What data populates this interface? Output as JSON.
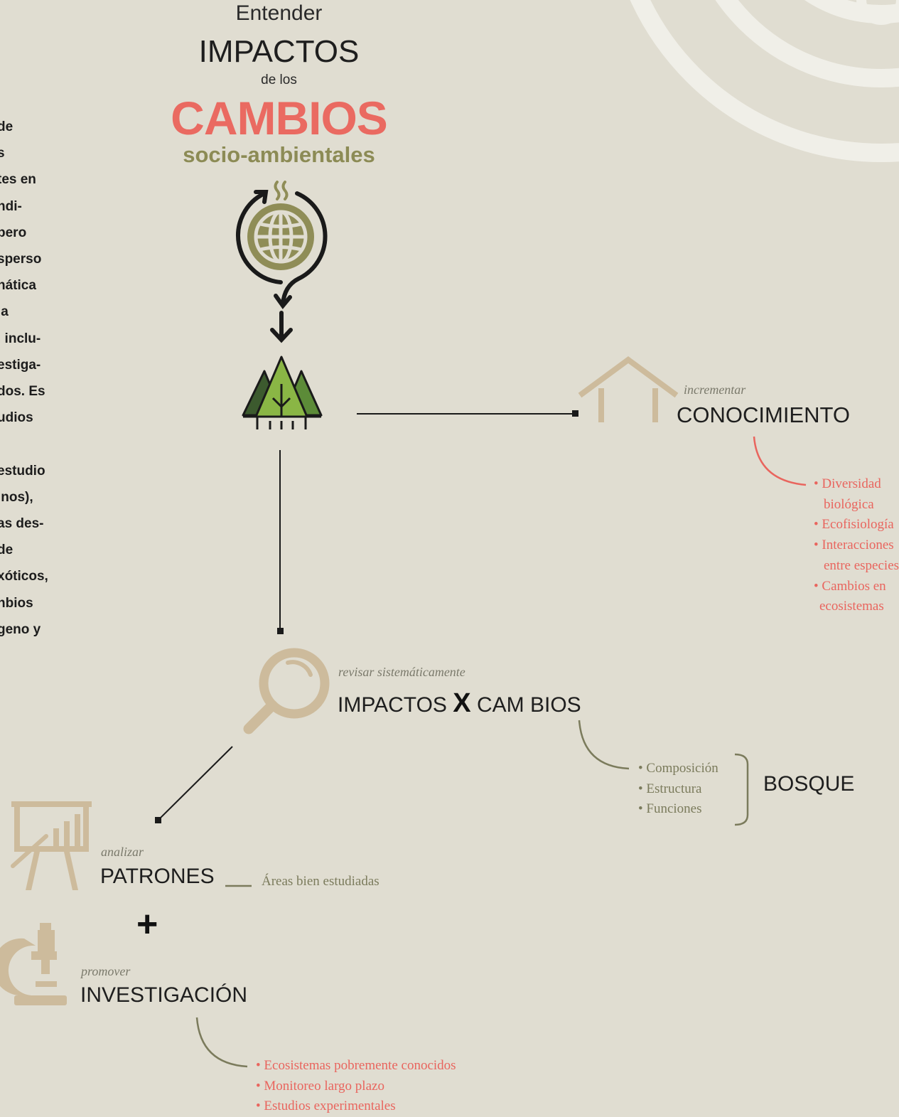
{
  "intro_fragments": [
    "de",
    "s",
    "tes en",
    "ndi-",
    "pero",
    "sperso",
    "nática",
    "la",
    ", inclu-",
    "estiga-",
    "dos. Es",
    "udios",
    "",
    "estudio",
    "inos),",
    "as des-",
    "de",
    "xóticos,",
    "nbios",
    "geno y"
  ],
  "title": {
    "entender": "Entender",
    "impactos": "IMPACTOS",
    "de_los": "de los",
    "cambios": "CAMBIOS",
    "socio": "socio-ambientales"
  },
  "conocimiento": {
    "verb": "incrementar",
    "heading": "CONOCIMIENTO",
    "items": [
      "• Diversidad",
      "biológica",
      "• Ecofisiología",
      "• Interacciones",
      "entre especies",
      "• Cambios en",
      "ecosistemas"
    ]
  },
  "revisar": {
    "verb": "revisar sistemáticamente",
    "heading_left": "IMPACTOS",
    "x_mark": "X",
    "heading_right": "CAM BIOS",
    "items": [
      "• Composición",
      "• Estructura",
      "• Funciones"
    ],
    "bosque": "BOSQUE"
  },
  "patrones": {
    "verb": "analizar",
    "heading": "PATRONES",
    "note": "Áreas bien estudiadas"
  },
  "plus": "+",
  "investigacion": {
    "verb": "promover",
    "heading": "INVESTIGACIÓN",
    "items": [
      "• Ecosistemas pobremente conocidos",
      "• Monitoreo largo plazo",
      "• Estudios experimentales"
    ]
  },
  "colors": {
    "background": "#e0ddd1",
    "accent_red": "#ea6a61",
    "olive": "#8c8b55",
    "tan_icon": "#cdbb9c"
  },
  "icons": [
    "concentric-arcs-decoration",
    "globe-cycle-icon",
    "arrow-down-icon",
    "forest-icon",
    "house-icon",
    "magnifier-icon",
    "presentation-chart-icon",
    "microscope-icon"
  ]
}
